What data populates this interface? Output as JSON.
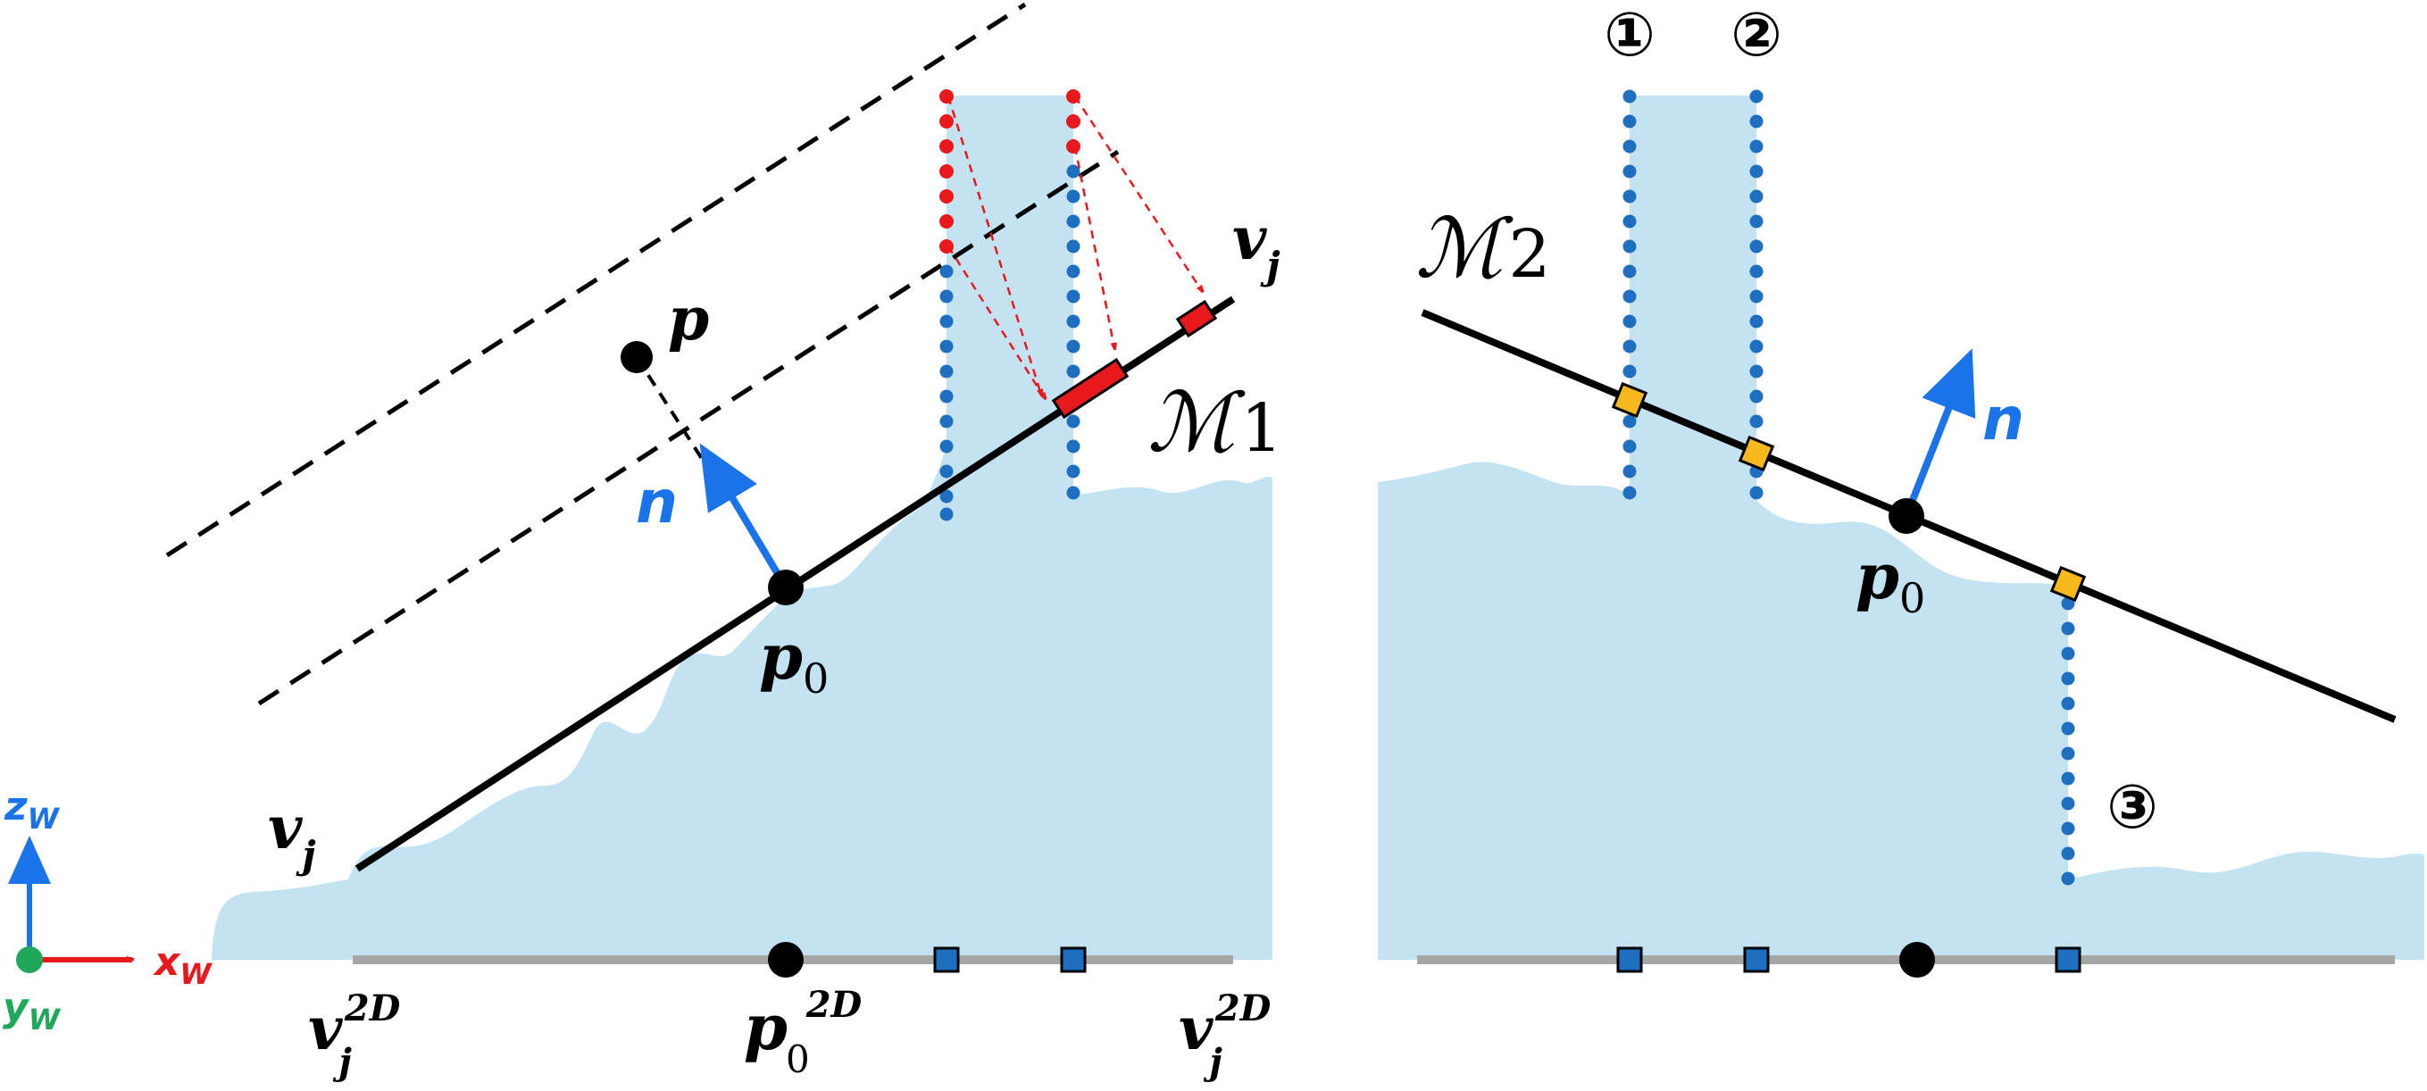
{
  "colors": {
    "fill_region": "#c3e3f3",
    "normal_arrow": "#1a73e8",
    "ray_blue": "#1f6fc0",
    "ray_red": "#e8191c",
    "marker_red": "#e8191c",
    "marker_orange": "#f6b81a",
    "marker_blue": "#1f6fc0",
    "base_line": "#a6a6a6",
    "axis_z": "#1a73e8",
    "axis_x": "#e8191c",
    "axis_y": "#1fa85a"
  },
  "left_panel": {
    "label_vj_top": "v",
    "label_vj_top_sub": "j",
    "label_vj_bottom": "v",
    "label_vj_bottom_sub": "j",
    "label_manifold": "ℳ",
    "label_manifold_sub": "1",
    "label_p": "p",
    "label_n": "n",
    "label_p0": "p",
    "label_p0_sub": "0",
    "label_vj2d_left": "v",
    "label_vj2d_left_sub": "j",
    "label_vj2d_left_sup": "2D",
    "label_p02d": "p",
    "label_p02d_sub": "0",
    "label_p02d_sup": "2D",
    "label_vj2d_right": "v",
    "label_vj2d_right_sub": "j",
    "label_vj2d_right_sup": "2D"
  },
  "right_panel": {
    "label_manifold": "ℳ",
    "label_manifold_sub": "2",
    "label_n": "n",
    "label_p0": "p",
    "label_p0_sub": "0",
    "circle_1": "①",
    "circle_2": "②",
    "circle_3": "③"
  },
  "axes": {
    "z_label": "z",
    "z_sub": "W",
    "x_label": "x",
    "x_sub": "W",
    "y_label": "y",
    "y_sub": "W"
  }
}
